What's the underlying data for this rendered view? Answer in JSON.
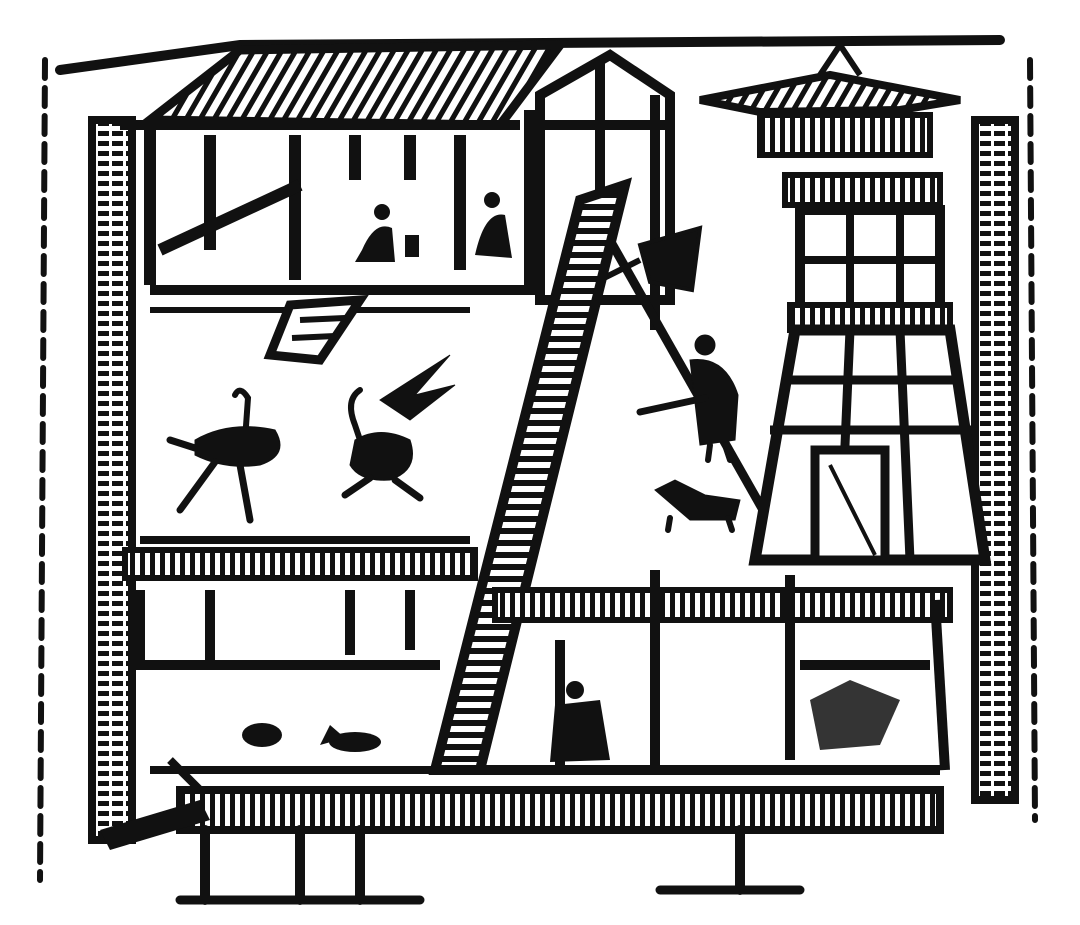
{
  "image": {
    "kind": "woodblock-style line illustration",
    "ink_color": "#111111",
    "paper_color": "#ffffff",
    "subjects": [
      "courtyard-compound",
      "multi-storey-watchtower",
      "long-ladder",
      "seated-figures-on-upper-floor",
      "two-cranes",
      "standing-figure-with-staff",
      "dog",
      "lower-gate-figure",
      "small-birds"
    ]
  }
}
